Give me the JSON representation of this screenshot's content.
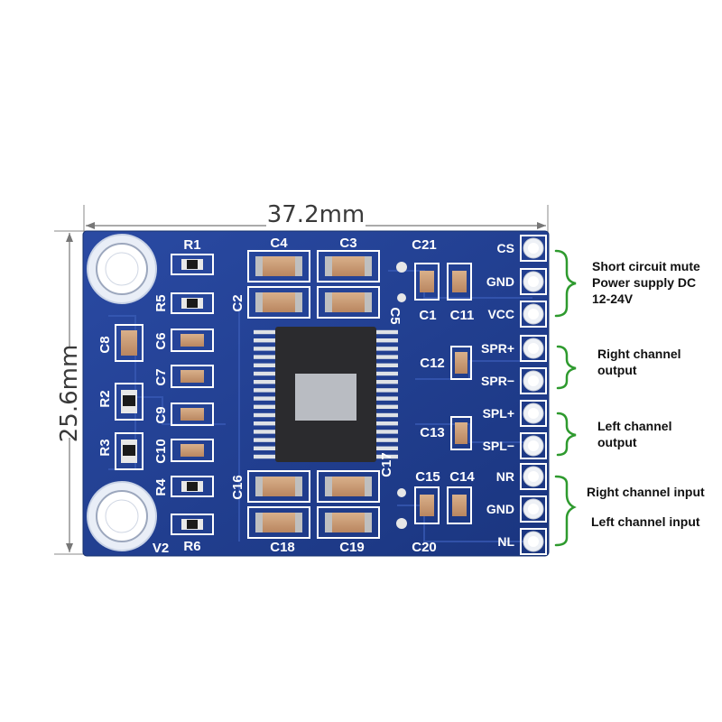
{
  "dimensions": {
    "width_label": "37.2mm",
    "height_label": "25.6mm"
  },
  "components": {
    "resistors": [
      "R1",
      "R5",
      "R2",
      "R3",
      "R4",
      "R6"
    ],
    "capacitors_left": [
      "C8",
      "C6",
      "C7",
      "C9",
      "C10"
    ],
    "capacitors_top": [
      "C4",
      "C3",
      "C2",
      "C21",
      "C1",
      "C11",
      "C5"
    ],
    "capacitors_right": [
      "C12",
      "C13"
    ],
    "capacitors_bottom": [
      "C16",
      "C18",
      "C19",
      "C20",
      "C15",
      "C14",
      "C17"
    ],
    "misc_label": "V2"
  },
  "pins": [
    {
      "label": "CS"
    },
    {
      "label": "GND"
    },
    {
      "label": "VCC"
    },
    {
      "label": "SPR+"
    },
    {
      "label": "SPR−"
    },
    {
      "label": "SPL+"
    },
    {
      "label": "SPL−"
    },
    {
      "label": "NR"
    },
    {
      "label": "GND"
    },
    {
      "label": "NL"
    }
  ],
  "annotations": {
    "power": [
      "Short circuit mute",
      "Power supply DC",
      "12-24V"
    ],
    "right_output": [
      "Right channel",
      "output"
    ],
    "left_output": [
      "Left channel",
      "output"
    ],
    "right_input": "Right channel input",
    "left_input": "Left channel input"
  },
  "colors": {
    "pcb": "#1f3f95",
    "bracket": "#2e9a2e",
    "silkscreen": "#ffffff"
  }
}
